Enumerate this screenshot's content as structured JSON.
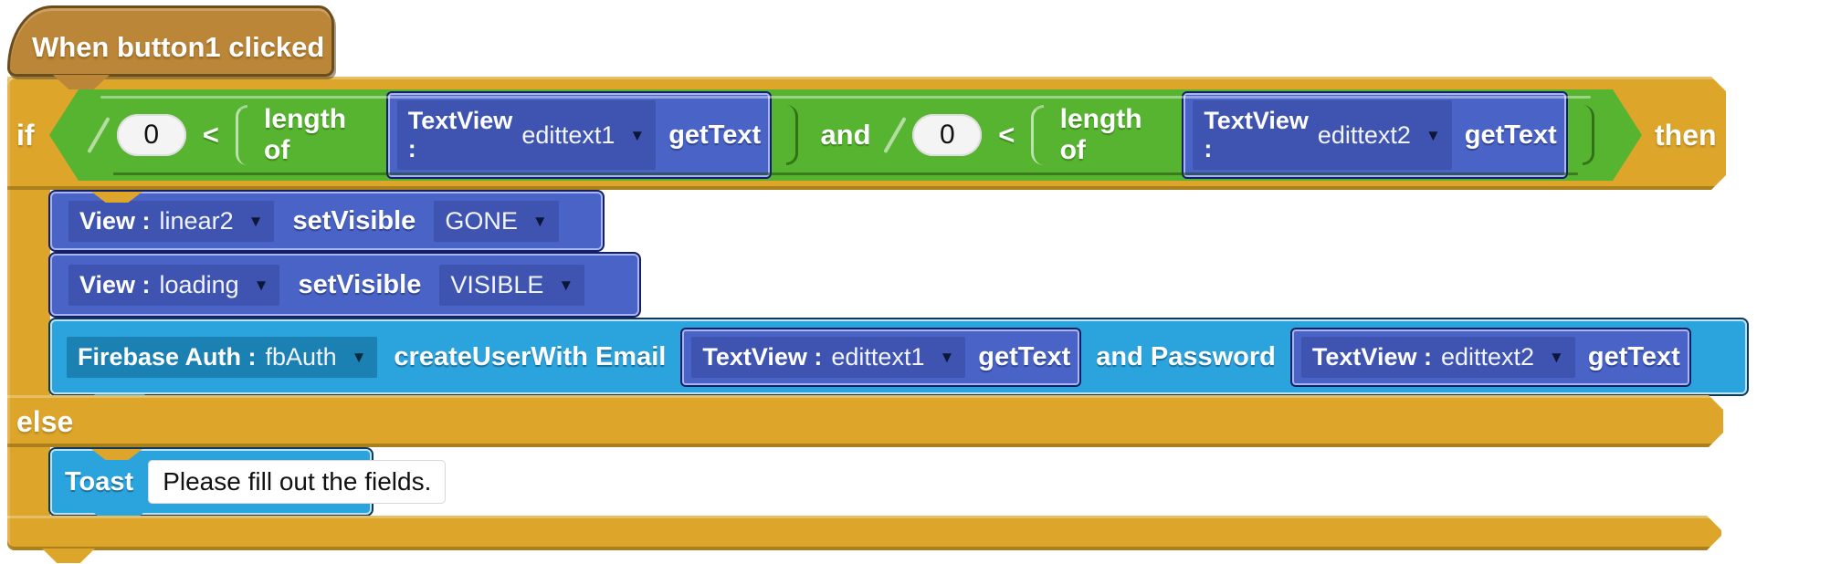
{
  "hat": {
    "label": "When button1 clicked"
  },
  "if_block": {
    "if_label": "if",
    "then_label": "then",
    "else_label": "else"
  },
  "condition": {
    "and_label": "and",
    "comparisons": [
      {
        "value": "0",
        "operator": "<",
        "function_label": "length of",
        "component": "TextView :",
        "component_id": "edittext1",
        "dropdown_icon": "▼",
        "method": "getText"
      },
      {
        "value": "0",
        "operator": "<",
        "function_label": "length of",
        "component": "TextView :",
        "component_id": "edittext2",
        "dropdown_icon": "▼",
        "method": "getText"
      }
    ]
  },
  "then_statements": [
    {
      "component": "View :",
      "component_id": "linear2",
      "dropdown_icon": "▼",
      "method": "setVisible",
      "value": "GONE",
      "value_dropdown_icon": "▼"
    },
    {
      "component": "View :",
      "component_id": "loading",
      "dropdown_icon": "▼",
      "method": "setVisible",
      "value": "VISIBLE",
      "value_dropdown_icon": "▼"
    },
    {
      "component": "Firebase Auth :",
      "component_id": "fbAuth",
      "dropdown_icon": "▼",
      "method": "createUserWith Email",
      "email_arg": {
        "component": "TextView :",
        "component_id": "edittext1",
        "dropdown_icon": "▼",
        "method": "getText"
      },
      "password_label": "and Password",
      "password_arg": {
        "component": "TextView :",
        "component_id": "edittext2",
        "dropdown_icon": "▼",
        "method": "getText"
      }
    }
  ],
  "else_statements": [
    {
      "label": "Toast",
      "message": "Please fill out the fields."
    }
  ],
  "colors": {
    "gold": "#dda62b",
    "green": "#57b430",
    "royal_blue": "#4a63c6",
    "royal_dropdown": "#3e54b0",
    "cyan": "#2ba4de",
    "cyan_dropdown": "#1b80b2",
    "hat_brown": "#bb8638",
    "pill_white": "#f4f4f4"
  }
}
